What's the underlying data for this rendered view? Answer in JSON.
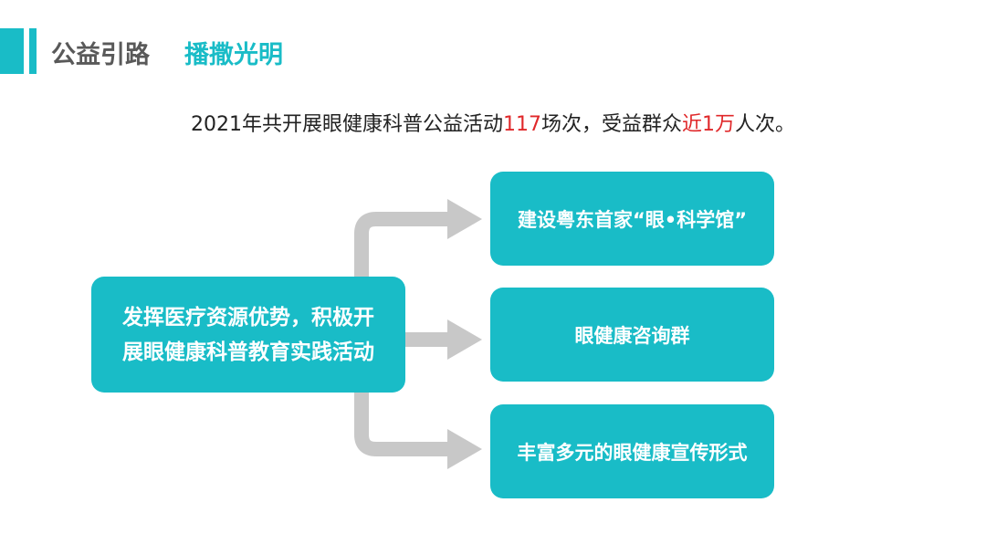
{
  "header": {
    "title_main": "公益引路",
    "title_sub": "播撒光明"
  },
  "summary": {
    "part1": "2021年共开展眼健康科普公益活动",
    "count_events": "117",
    "part2": "场次，受益群众",
    "near": "近",
    "count_people": "1万",
    "part3": "人次。"
  },
  "diagram": {
    "source": {
      "line1": "发挥医疗资源优势，积极开",
      "line2": "展眼健康科普教育实践活动"
    },
    "targets": [
      {
        "label": "建设粤东首家“眼•科学馆”"
      },
      {
        "label": "眼健康咨询群"
      },
      {
        "label": "丰富多元的眼健康宣传形式"
      }
    ]
  },
  "colors": {
    "accent": "#19bcc7",
    "highlight": "#e0282a",
    "title_gray": "#595959",
    "arrow_gray": "#c8c8c8"
  }
}
